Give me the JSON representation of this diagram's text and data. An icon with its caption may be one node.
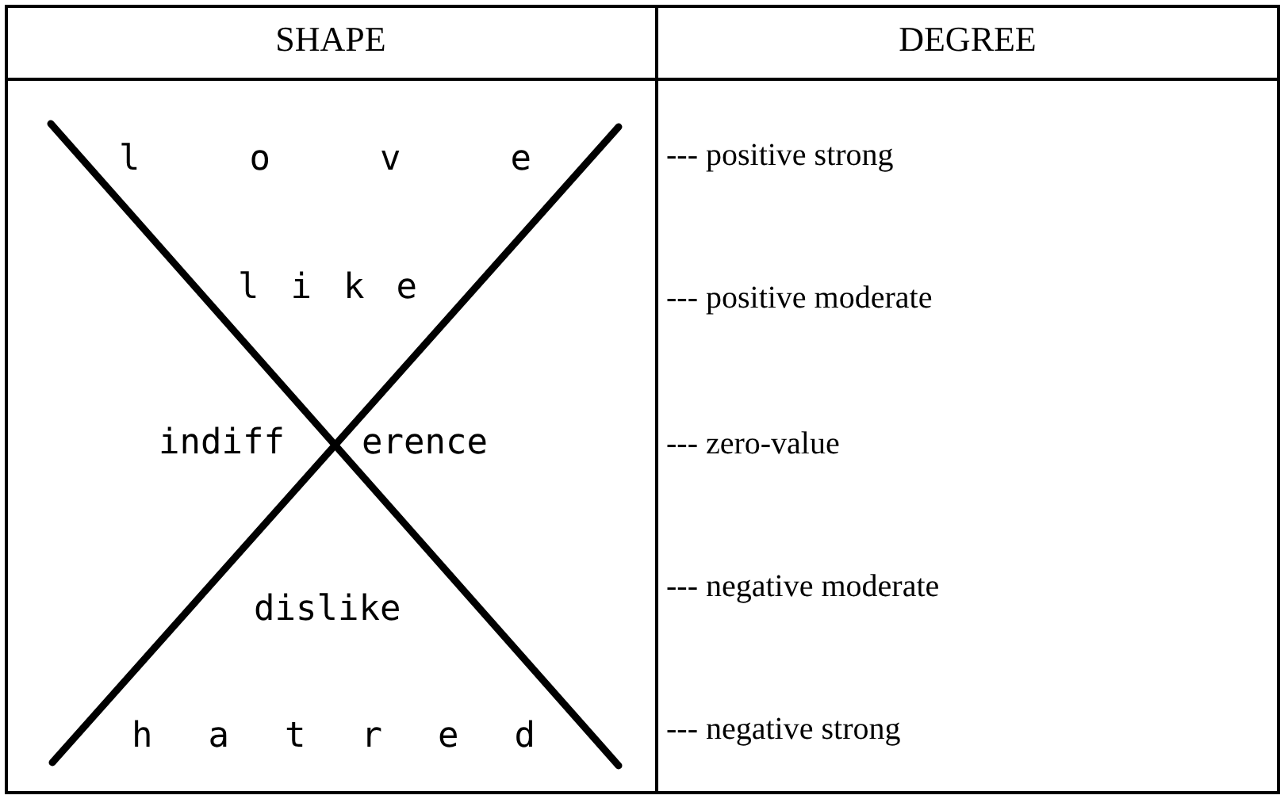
{
  "diagram": {
    "labels": [
      "SHAPE",
      "DEGREE",
      "love",
      "--- positive strong",
      "like",
      "--- positive moderate",
      "indiff",
      "erence",
      "--- zero-value",
      "dislike",
      "--- negative moderate",
      "hatred",
      "--- negative strong"
    ]
  }
}
